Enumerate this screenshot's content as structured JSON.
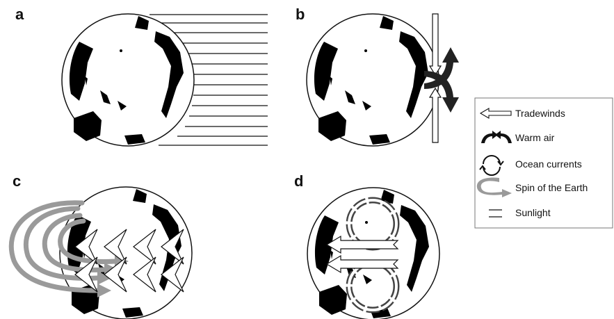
{
  "panels": {
    "a": {
      "label": "a"
    },
    "b": {
      "label": "b"
    },
    "c": {
      "label": "c"
    },
    "d": {
      "label": "d"
    }
  },
  "legend": {
    "items": [
      {
        "icon": "tradewind-arrow-icon",
        "label": "Tradewinds"
      },
      {
        "icon": "warm-air-arrow-icon",
        "label": "Warm air"
      },
      {
        "icon": "ocean-currents-icon",
        "label": "Ocean currents"
      },
      {
        "icon": "earth-spin-arrow-icon",
        "label": "Spin of the Earth"
      },
      {
        "icon": "sunlight-lines-icon",
        "label": "Sunlight"
      }
    ]
  },
  "colors": {
    "land": "#000000",
    "ocean": "#ffffff",
    "spin": "#a8a8a8",
    "current": "#555555",
    "outline": "#111111"
  }
}
